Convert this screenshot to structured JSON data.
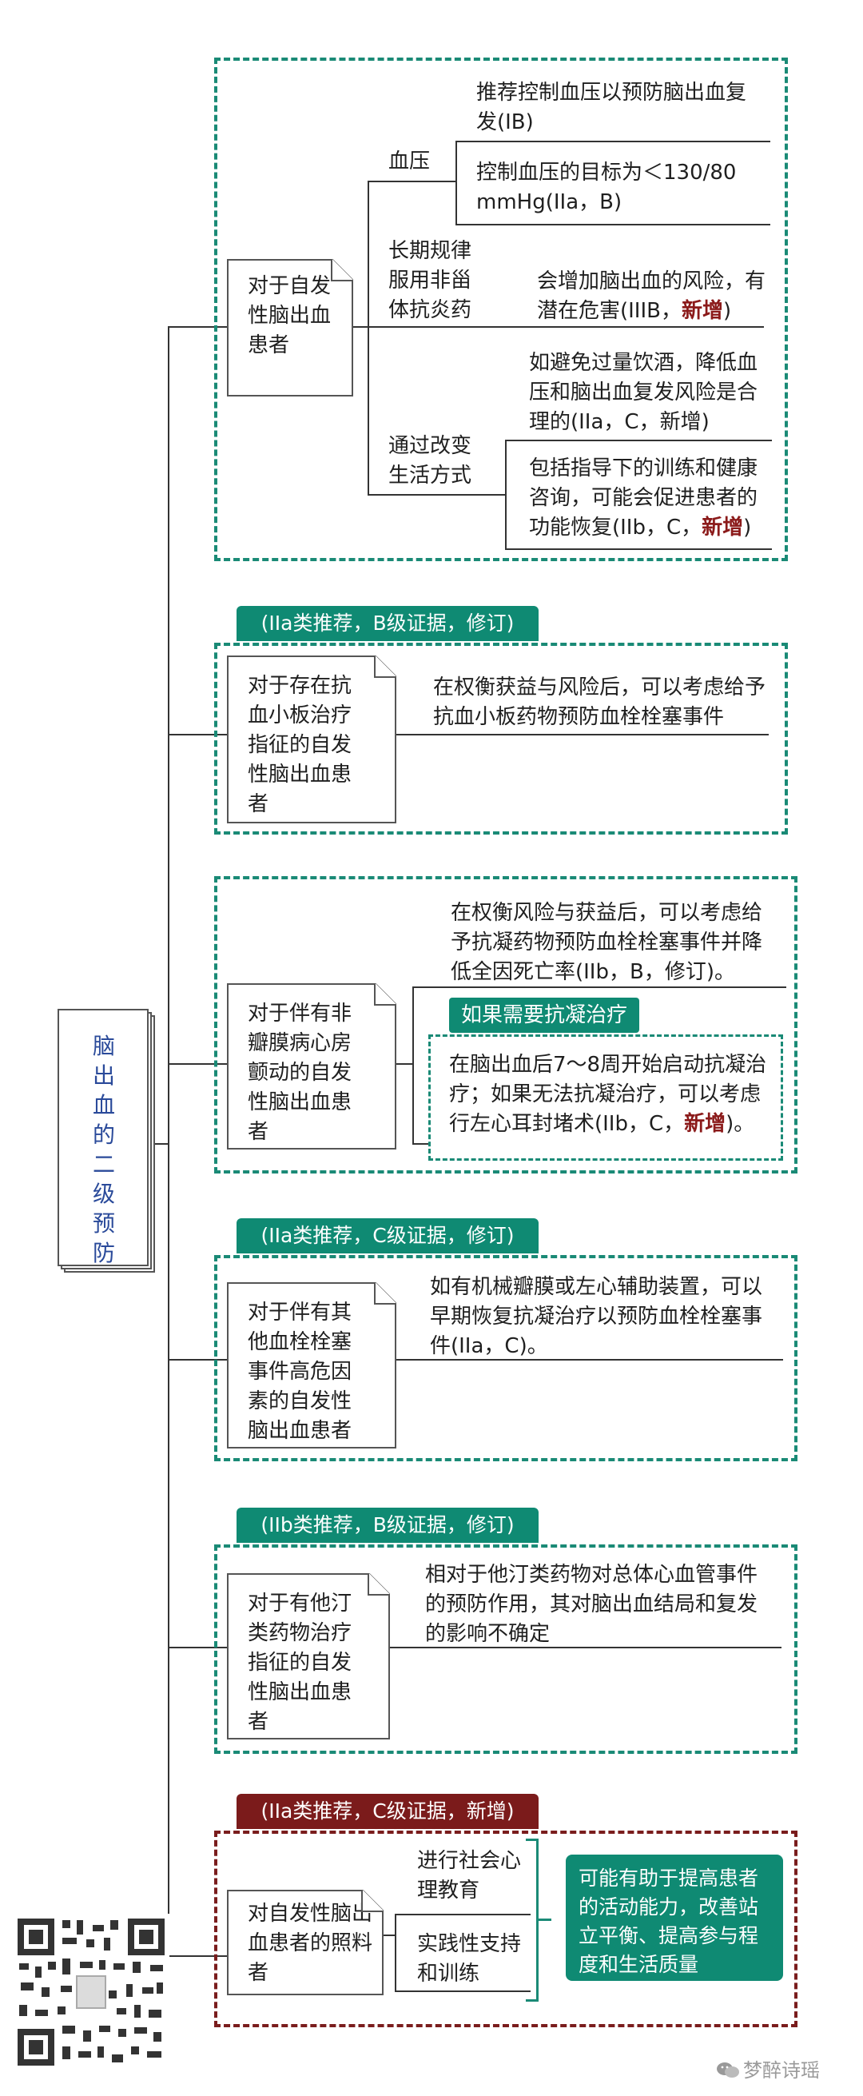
{
  "root": {
    "label": "脑出血的二级预防"
  },
  "sections": {
    "s1": {
      "patient": "对于自发性脑出血患者",
      "bp": {
        "label": "血压",
        "item1": "推荐控制血压以预防脑出血复发(IB)",
        "item2": "控制血压的目标为＜130/80 mmHg(IIa，B)"
      },
      "nsaid": {
        "label": "长期规律服用非甾体抗炎药",
        "text": "会增加脑出血的风险，有潜在危害(IIIB，",
        "new": "新增",
        "close": ")"
      },
      "life": {
        "label": "通过改变生活方式",
        "item1": "如避免过量饮酒，降低血压和脑出血复发风险是合理的(IIa，C，新增)",
        "item2_text": "包括指导下的训练和健康咨询，可能会促进患者的功能恢复(IIb，C，",
        "item2_new": "新增",
        "item2_close": ")"
      }
    },
    "s2": {
      "badge": "(IIa类推荐，B级证据，修订)",
      "patient": "对于存在抗血小板治疗指征的自发性脑出血患者",
      "text": "在权衡获益与风险后，可以考虑给予抗血小板药物预防血栓栓塞事件"
    },
    "s3": {
      "patient": "对于伴有非瓣膜病心房颤动的自发性脑出血患者",
      "text": "在权衡风险与获益后，可以考虑给予抗凝药物预防血栓栓塞事件并降低全因死亡率(IIb，B，修订)。",
      "highlight": "如果需要抗凝治疗",
      "sub_text": "在脑出血后7～8周开始启动抗凝治疗；如果无法抗凝治疗，可以考虑行左心耳封堵术(IIb，C，",
      "sub_new": "新增",
      "sub_close": ")。"
    },
    "s4": {
      "badge": "(IIa类推荐，C级证据，修订)",
      "patient": "对于伴有其他血栓栓塞事件高危因素的自发性脑出血患者",
      "text": "如有机械瓣膜或左心辅助装置，可以早期恢复抗凝治疗以预防血栓栓塞事件(IIa，C)。"
    },
    "s5": {
      "badge": "(IIb类推荐，B级证据，修订)",
      "patient": "对于有他汀类药物治疗指征的自发性脑出血患者",
      "text": "相对于他汀类药物对总体心血管事件的预防作用，其对脑出血结局和复发的影响不确定"
    },
    "s6": {
      "badge": "(IIa类推荐，C级证据，新增)",
      "patient": "对自发性脑出血患者的照料者",
      "item1": "进行社会心理教育",
      "item2": "实践性支持和训练",
      "result": "可能有助于提高患者的活动能力，改善站立平衡、提高参与程度和生活质量"
    }
  },
  "watermark": "梦醉诗瑶",
  "colors": {
    "teal": "#0f8a73",
    "dark_red": "#7b1b1b",
    "new_text": "#8b1a1a"
  }
}
